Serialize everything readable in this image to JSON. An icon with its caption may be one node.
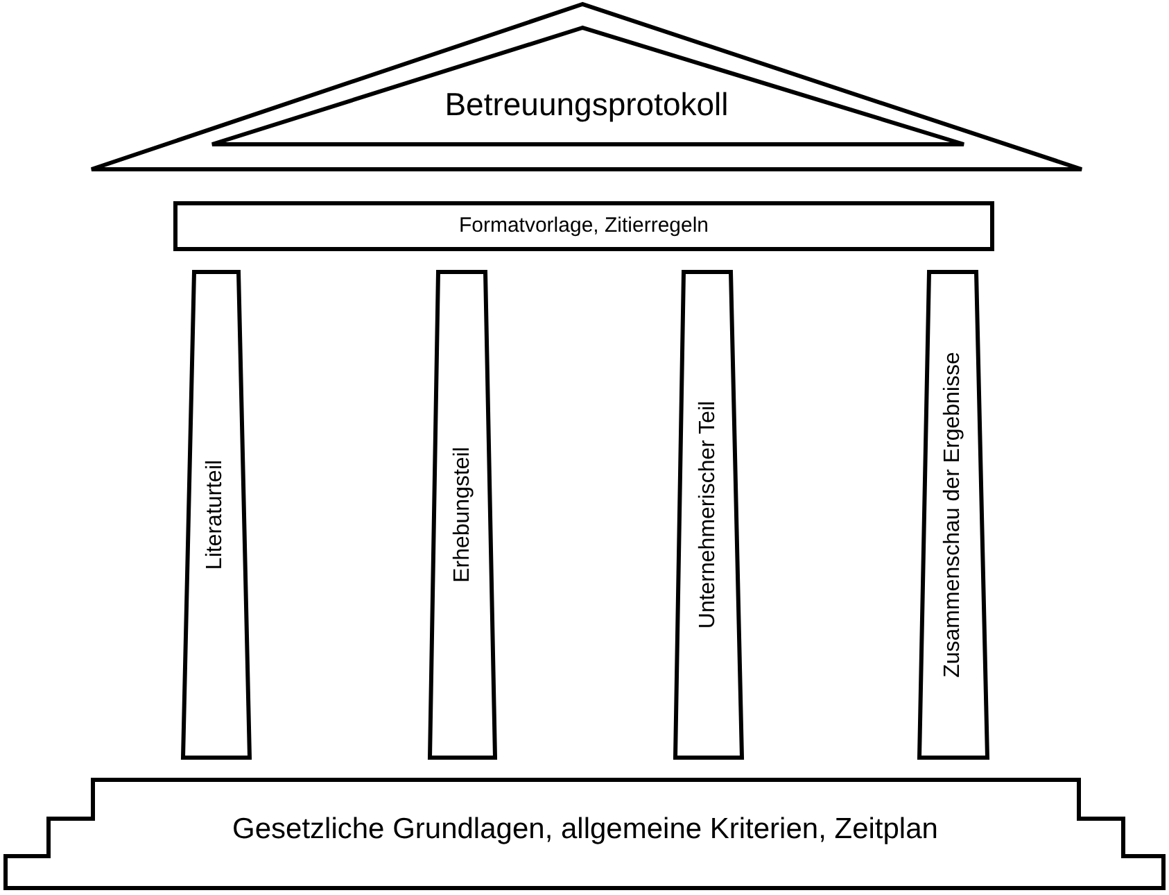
{
  "diagram": {
    "nodes": [
      {
        "text": [
          "Betreuungsprotokoll"
        ]
      },
      {
        "text": [
          "Formatvorlage, Zitierregeln"
        ]
      },
      {
        "text": [
          "Literaturteil"
        ]
      },
      {
        "text": [
          "Erhebungsteil"
        ]
      },
      {
        "text": [
          "Unternehmerischer Teil"
        ]
      },
      {
        "text": [
          "Zusammenschau der Ergebnisse"
        ]
      },
      {
        "text": [
          "Gesetzliche Grundlagen, allgemeine Kriterien, Zeitplan"
        ]
      }
    ]
  }
}
